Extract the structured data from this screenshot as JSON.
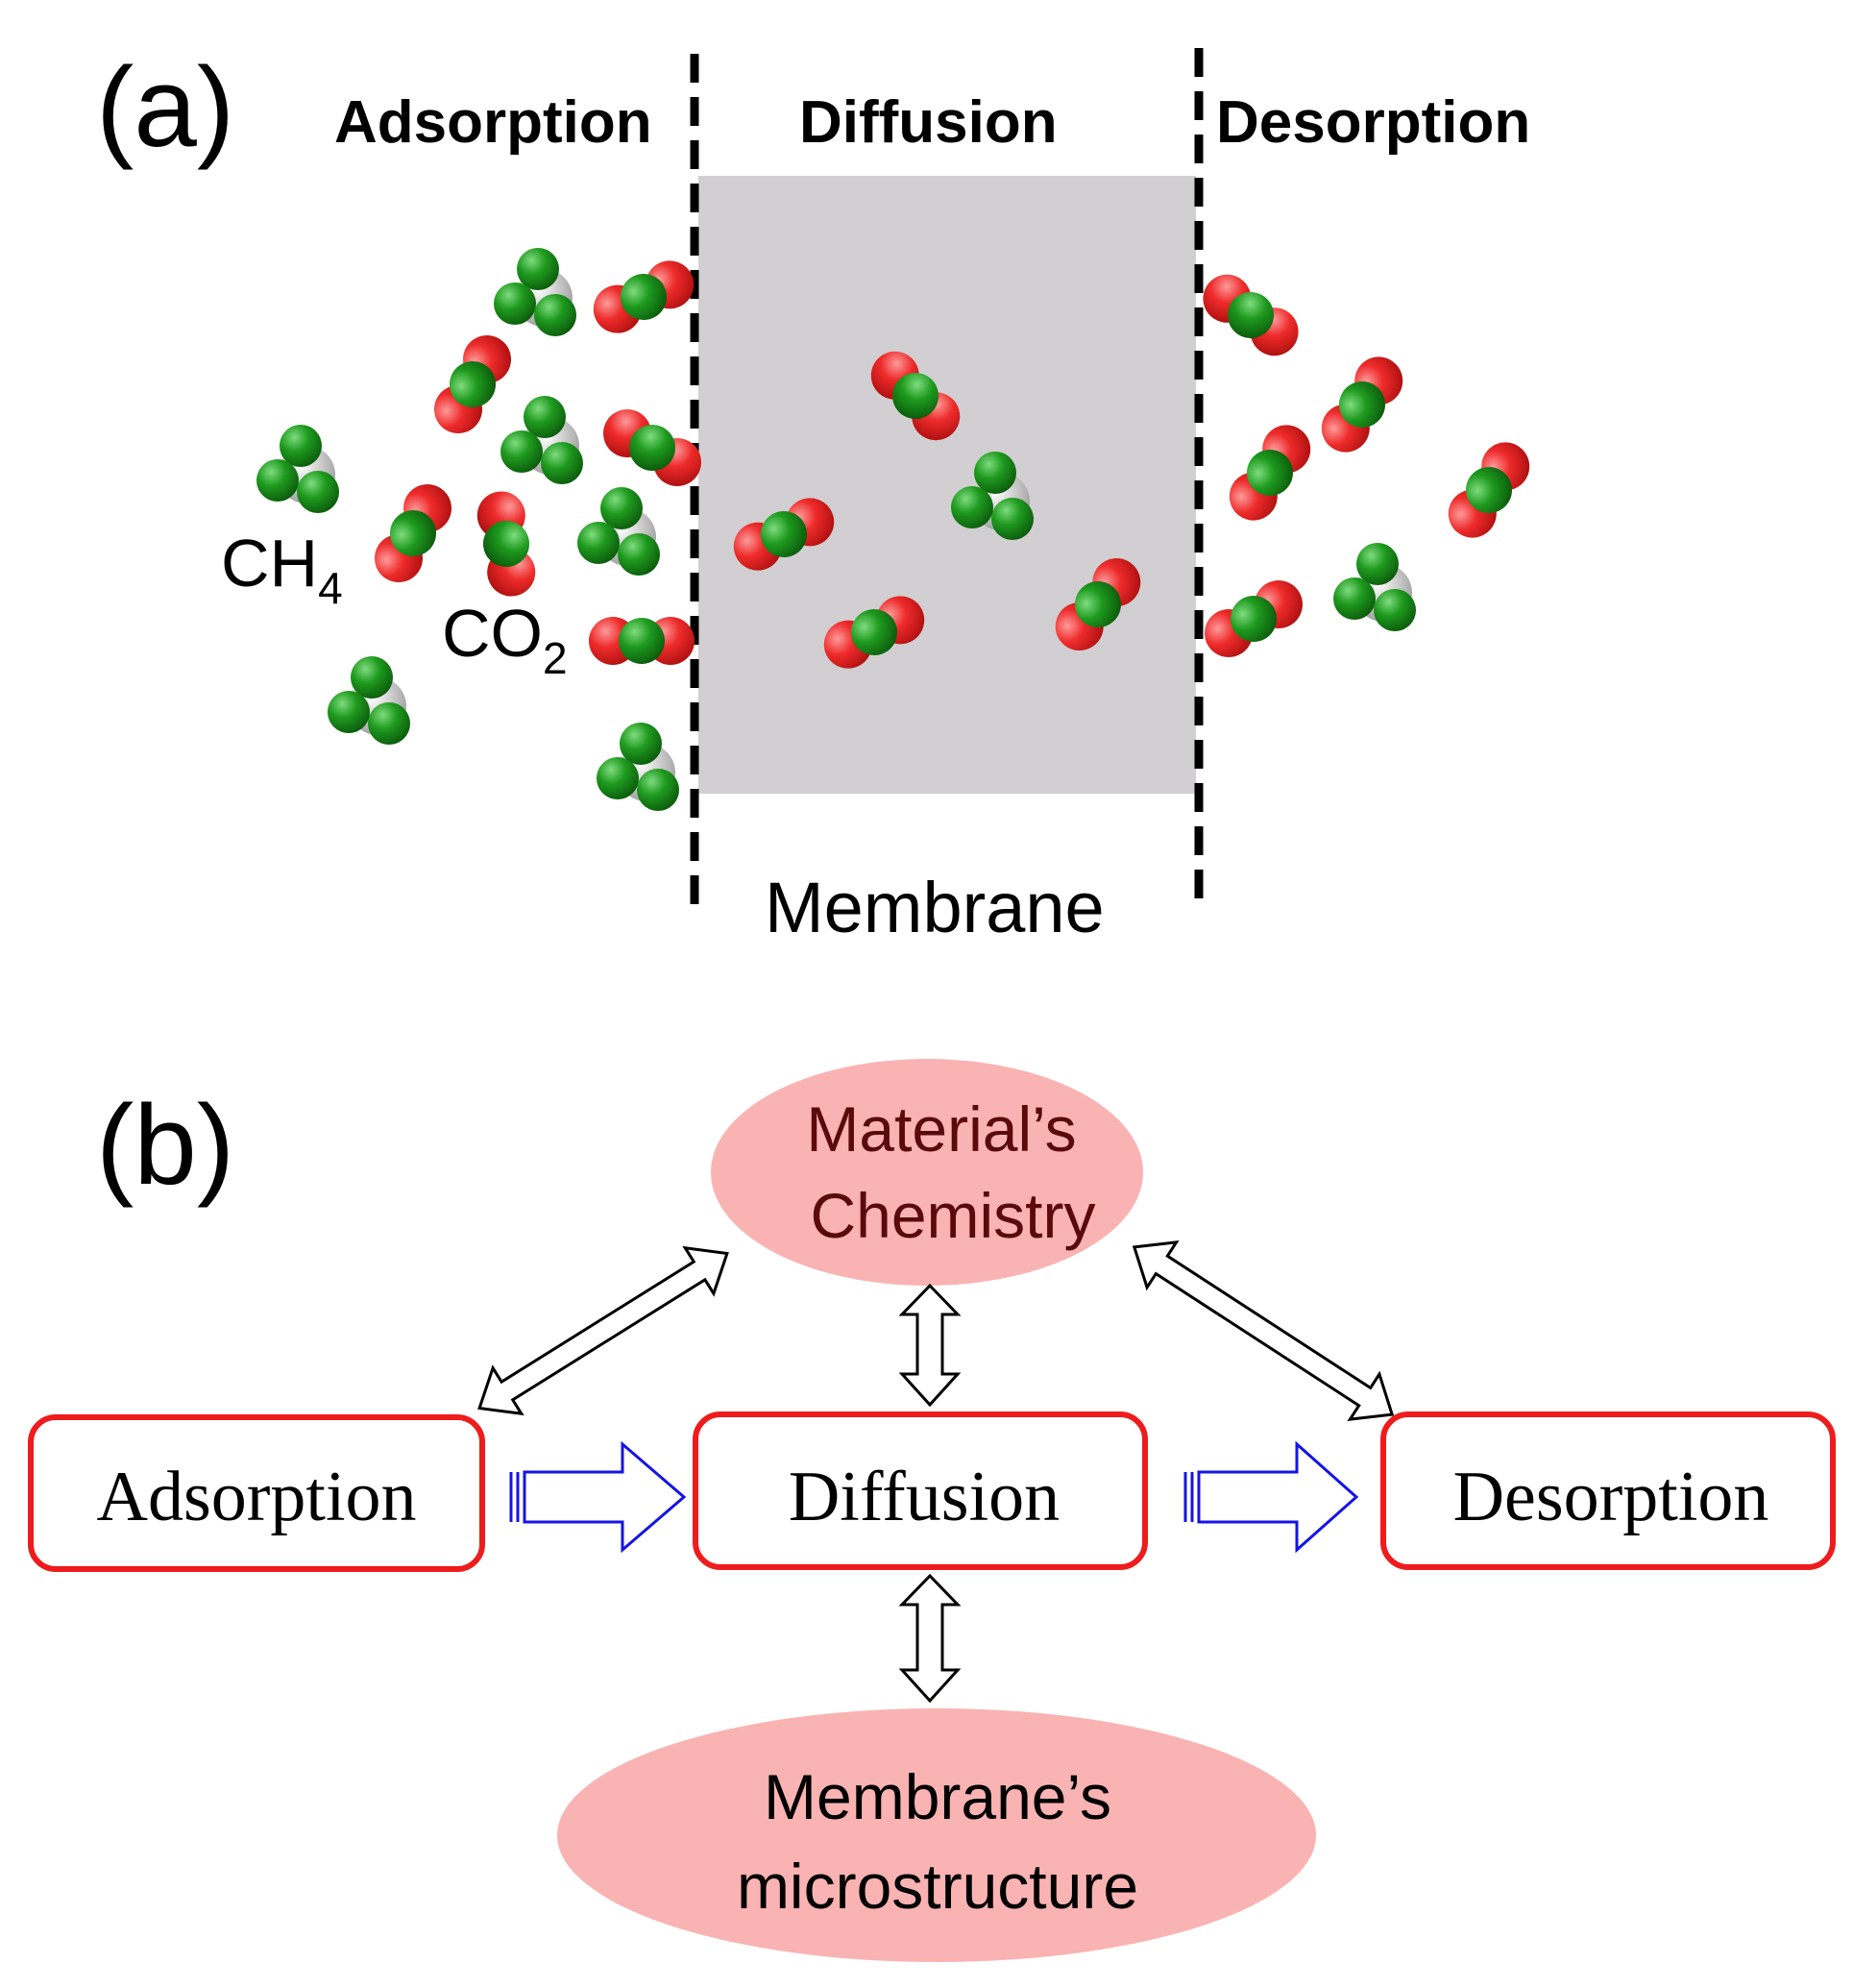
{
  "panel_a": {
    "label": "(a)",
    "stage_titles": {
      "adsorption": "Adsorption",
      "diffusion": "Diffusion",
      "desorption": "Desorption"
    },
    "membrane_label": "Membrane",
    "ch4_label": {
      "main": "CH",
      "sub": "4"
    },
    "co2_label": {
      "main": "CO",
      "sub": "2"
    },
    "colors": {
      "membrane": "#d1cfd1",
      "oxygen": "#ee2b2b",
      "carbon": "#1e8c1e",
      "hydrogen": "#2e8f2e",
      "methane_center": "#c8c8c8",
      "boundary": "#000000"
    }
  },
  "panel_b": {
    "label": "(b)",
    "top_ellipse": {
      "line1": "Material’s",
      "line2": "Chemistry",
      "fill": "#f9b3b2",
      "text_color": "#5a0a0a"
    },
    "bottom_ellipse": {
      "line1": "Membrane’s",
      "line2": "microstructure",
      "fill": "#f9b3b2",
      "text_color": "#000000"
    },
    "boxes": {
      "adsorption": "Adsorption",
      "diffusion": "Diffusion",
      "desorption": "Desorption"
    },
    "colors": {
      "box_border": "#ee1c1c",
      "flow_arrow": "#1414e6",
      "link_arrow": "#000000"
    }
  }
}
